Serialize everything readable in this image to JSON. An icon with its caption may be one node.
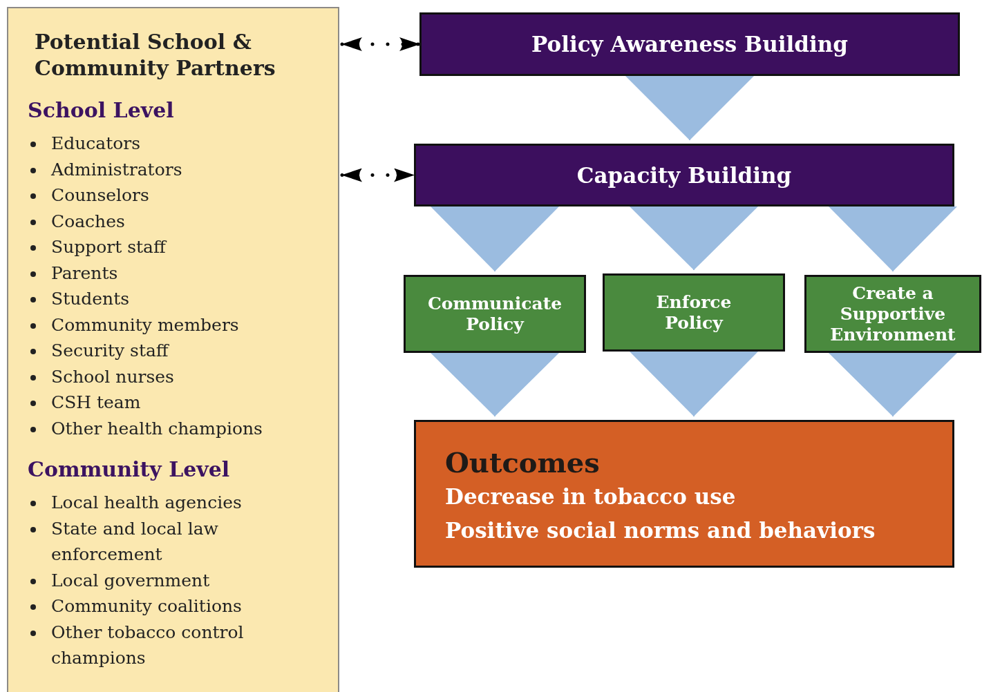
{
  "diagram": {
    "nodes": [
      {
        "text": [
          "Potential School & Community Partners"
        ]
      },
      {
        "text": [
          "School Level",
          "Educators",
          "Administrators",
          "Counselors",
          "Coaches",
          "Support staff",
          "Parents",
          "Students",
          "Community members",
          "Security staff",
          "School nurses",
          "CSH team",
          "Other health champions"
        ],
        "in": 0
      },
      {
        "text": [
          "Community Level",
          "Local health agencies",
          "State and local law enforcement",
          "Local government",
          "Community coalitions",
          "Other tobacco control champions"
        ],
        "in": 0
      },
      {
        "text": [
          "Policy Awareness Building"
        ]
      },
      {
        "text": [
          "Capacity Building"
        ]
      },
      {
        "text": [
          "Communicate Policy"
        ]
      },
      {
        "text": [
          "Enforce Policy"
        ]
      },
      {
        "text": [
          "Create a Supportive Environment"
        ]
      },
      {
        "text": [
          "Outcomes",
          "Decrease in tobacco use",
          "Positive social norms and behaviors"
        ]
      }
    ],
    "edges": [
      {
        "from": 0,
        "to": 3,
        "arrow": "both",
        "style": "dashed",
        "color": "#000000"
      },
      {
        "from": 0,
        "to": 4,
        "arrow": "both",
        "style": "dashed",
        "color": "#000000"
      },
      {
        "from": 3,
        "to": 4,
        "arrow": "to"
      },
      {
        "from": 4,
        "to": 5,
        "arrow": "to"
      },
      {
        "from": 4,
        "to": 6,
        "arrow": "to"
      },
      {
        "from": 4,
        "to": 7,
        "arrow": "to"
      },
      {
        "from": 5,
        "to": 8,
        "arrow": "to"
      },
      {
        "from": 6,
        "to": 8,
        "arrow": "to"
      },
      {
        "from": 7,
        "to": 8,
        "arrow": "to"
      }
    ]
  }
}
